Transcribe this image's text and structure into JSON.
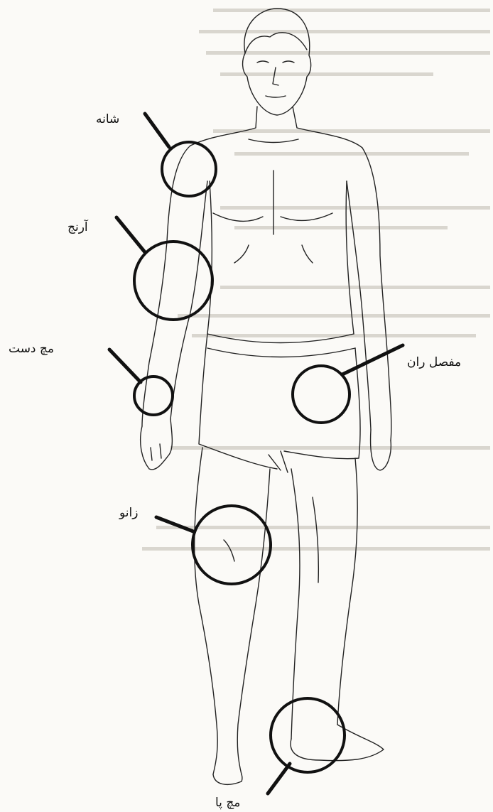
{
  "labels": {
    "shoulder": "شانه",
    "elbow": "آرنج",
    "wrist": "مچ دست",
    "hip": "مفصل ران",
    "knee": "زانو",
    "ankle": "مچ پا"
  }
}
